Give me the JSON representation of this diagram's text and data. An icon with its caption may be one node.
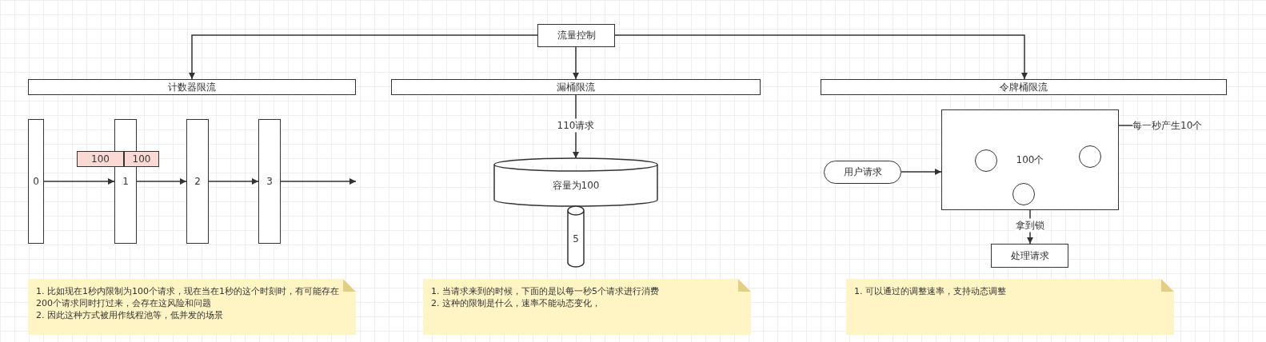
{
  "diagram": {
    "nodes": [
      {
        "text": [
          "流量控制"
        ]
      },
      {
        "text": [
          "计数器限流"
        ]
      },
      {
        "text": [
          "漏桶限流"
        ]
      },
      {
        "text": [
          "令牌桶限流"
        ]
      },
      {
        "text": [
          "0"
        ]
      },
      {
        "text": [
          "1"
        ]
      },
      {
        "text": [
          "2"
        ]
      },
      {
        "text": [
          "3"
        ]
      },
      {
        "text": [
          "100"
        ]
      },
      {
        "text": [
          "100"
        ]
      },
      {
        "text": [
          "1. 比如现在1秒内限制为100个请求，现在当在1秒的这个时刻时，有可能存在200个请求同时打过来，会存在这风险和问题",
          "2. 因此这种方式被用作线程池等，低并发的场景"
        ]
      },
      {
        "text": [
          "容量为100"
        ]
      },
      {
        "text": [
          "5"
        ]
      },
      {
        "text": [
          "1. 当请求来到的时候，下面的是以每一秒5个请求进行消费",
          "2. 这种的限制是什么，速率不能动态变化，"
        ]
      },
      {
        "text": [
          "100个"
        ]
      },
      {
        "text": [],
        "shape": "circle",
        "in": 14
      },
      {
        "text": [],
        "shape": "circle",
        "in": 14
      },
      {
        "text": [],
        "shape": "circle",
        "in": 14
      },
      {
        "text": [
          "每一秒产生10个"
        ]
      },
      {
        "text": [
          "用户请求"
        ]
      },
      {
        "text": [
          "处理请求"
        ]
      },
      {
        "text": [
          "1. 可以通过的调整速率，支持动态调整"
        ]
      }
    ],
    "edges": [
      {
        "from": 0,
        "to": 1,
        "arrow": "to"
      },
      {
        "from": 0,
        "to": 2,
        "arrow": "to"
      },
      {
        "from": 0,
        "to": 3,
        "arrow": "to"
      },
      {
        "from": 4,
        "to": 5,
        "arrow": "to"
      },
      {
        "from": 5,
        "to": 6,
        "arrow": "to"
      },
      {
        "from": 6,
        "to": 7,
        "arrow": "to"
      },
      {
        "from": 7,
        "to": null,
        "arrow": "to"
      },
      {
        "from": 2,
        "to": 11,
        "label": "110请求",
        "arrow": "to"
      },
      {
        "from": 18,
        "to": 17,
        "arrow": "to"
      },
      {
        "from": 19,
        "to": 14,
        "arrow": "to"
      },
      {
        "from": 14,
        "to": 20,
        "label": "拿到锁",
        "arrow": "to"
      }
    ]
  }
}
